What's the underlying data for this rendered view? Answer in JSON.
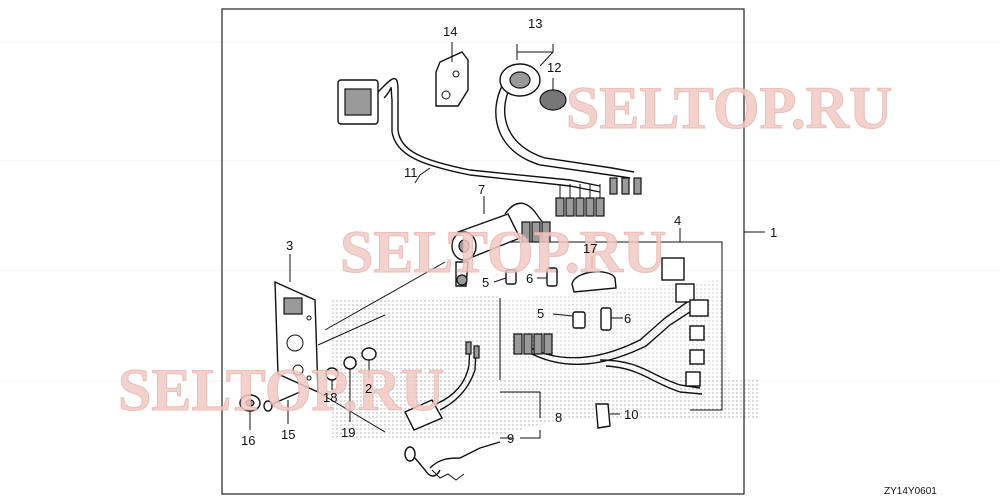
{
  "watermark": "SELTOP.RU",
  "diagram_code": "ZY14Y0601",
  "callouts": {
    "c1": "1",
    "c2": "2",
    "c3": "3",
    "c4": "4",
    "c5a": "5",
    "c5b": "5",
    "c6a": "6",
    "c6b": "6",
    "c7": "7",
    "c8": "8",
    "c9": "9",
    "c10": "10",
    "c11": "11",
    "c12": "12",
    "c13": "13",
    "c14": "14",
    "c15": "15",
    "c16": "16",
    "c17": "17",
    "c18": "18",
    "c19": "19"
  }
}
